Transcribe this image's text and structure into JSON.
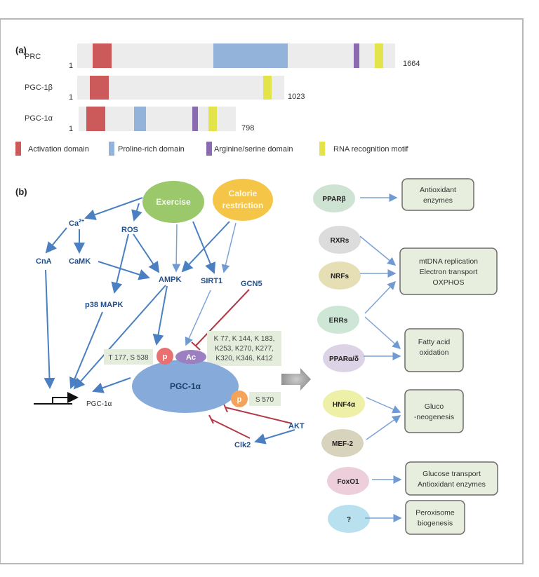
{
  "panel_a": {
    "label": "(a)",
    "proteins": [
      {
        "name": "PRC",
        "start": "1",
        "end": "1664"
      },
      {
        "name": "PGC-1β",
        "start": "1",
        "end": "1023"
      },
      {
        "name": "PGC-1α",
        "start": "1",
        "end": "798"
      }
    ],
    "legend": [
      {
        "label": "Activation domain",
        "color": "#cc5a5a"
      },
      {
        "label": "Proline-rich domain",
        "color": "#93b3db"
      },
      {
        "label": "Arginine/serine domain",
        "color": "#8a6bb0"
      },
      {
        "label": "RNA recognition motif",
        "color": "#e3e34a"
      }
    ]
  },
  "panel_b": {
    "label": "(b)",
    "inputs": {
      "exercise": "Exercise",
      "calorie_1": "Calorie",
      "calorie_2": "restriction"
    },
    "nodes": {
      "ca": "Ca",
      "ca_sup": "2+",
      "ros": "ROS",
      "cna": "CnA",
      "camk": "CaMK",
      "ampk": "AMPK",
      "sirt1": "SIRT1",
      "gcn5": "GCN5",
      "p38": "p38 MAPK",
      "akt": "AKT",
      "clk2": "Clk2"
    },
    "pgc": "PGC-1α",
    "gene": "PGC-1α",
    "p_label": "p",
    "ac_label": "Ac",
    "sites_p": "T 177, S 538",
    "sites_ac": [
      "K 77, K 144, K 183,",
      "K253, K270, K277,",
      "K320, K346, K412"
    ],
    "sites_s570": "S 570",
    "factors": [
      {
        "name": "PPARβ",
        "color": "#cfe3d3"
      },
      {
        "name": "RXRs",
        "color": "#dcdcdc"
      },
      {
        "name": "NRFs",
        "color": "#e6dfb5"
      },
      {
        "name": "ERRs",
        "color": "#cde6d6"
      },
      {
        "name": "PPARα/δ",
        "color": "#ddd3e6"
      },
      {
        "name": "HNF4α",
        "color": "#eef0a8"
      },
      {
        "name": "MEF-2",
        "color": "#d8d3bc"
      },
      {
        "name": "FoxO1",
        "color": "#eccfda"
      },
      {
        "name": "?",
        "color": "#b9e0ef"
      }
    ],
    "outcomes": [
      [
        "Antioxidant",
        "enzymes"
      ],
      [
        "mtDNA replication",
        "Electron transport",
        "OXPHOS"
      ],
      [
        "Fatty acid",
        "oxidation"
      ],
      [
        "Gluco",
        "-neogenesis"
      ],
      [
        "Glucose transport",
        "Antioxidant enzymes"
      ],
      [
        "Peroxisome",
        "biogenesis"
      ]
    ]
  }
}
